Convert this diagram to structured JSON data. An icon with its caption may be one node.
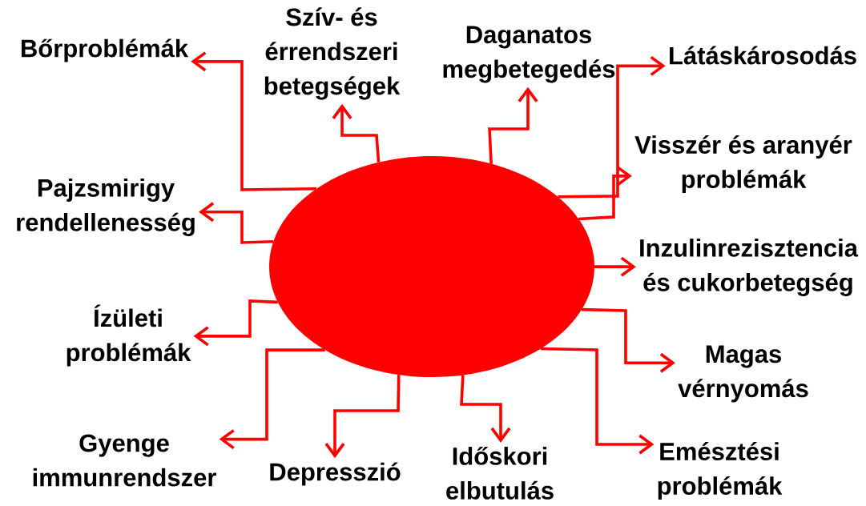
{
  "diagram": {
    "nodes": [
      {
        "text": [],
        "shape": "ellipse"
      },
      {
        "text": [
          "Bőrproblémák"
        ]
      },
      {
        "text": [
          "Szív- és érrendszeri betegségek"
        ]
      },
      {
        "text": [
          "Daganatos megbetegedés"
        ]
      },
      {
        "text": [
          "Látáskárosodás"
        ]
      },
      {
        "text": [
          "Pajzsmirigy rendellenesség"
        ]
      },
      {
        "text": [
          "Visszér és aranyér problémák"
        ]
      },
      {
        "text": [
          "Inzulinrezisztencia és cukorbetegség"
        ]
      },
      {
        "text": [
          "Ízületi problémák"
        ]
      },
      {
        "text": [
          "Magas vérnyomás"
        ]
      },
      {
        "text": [
          "Gyenge immunrendszer"
        ]
      },
      {
        "text": [
          "Depresszió"
        ]
      },
      {
        "text": [
          "Időskori elbutulás"
        ]
      },
      {
        "text": [
          "Emésztési problémák"
        ]
      }
    ],
    "edges": [
      {
        "from": 0,
        "to": 1,
        "arrow": "to"
      },
      {
        "from": 0,
        "to": 2,
        "arrow": "to"
      },
      {
        "from": 0,
        "to": 3,
        "arrow": "to"
      },
      {
        "from": 0,
        "to": 4,
        "arrow": "to"
      },
      {
        "from": 0,
        "to": 5,
        "arrow": "to"
      },
      {
        "from": 0,
        "to": 6,
        "arrow": "to"
      },
      {
        "from": 0,
        "to": 7,
        "arrow": "to"
      },
      {
        "from": 0,
        "to": 8,
        "arrow": "to"
      },
      {
        "from": 0,
        "to": 9,
        "arrow": "to"
      },
      {
        "from": 0,
        "to": 10,
        "arrow": "to"
      },
      {
        "from": 0,
        "to": 11,
        "arrow": "to"
      },
      {
        "from": 0,
        "to": 12,
        "arrow": "to"
      },
      {
        "from": 0,
        "to": 13,
        "arrow": "to"
      }
    ]
  }
}
